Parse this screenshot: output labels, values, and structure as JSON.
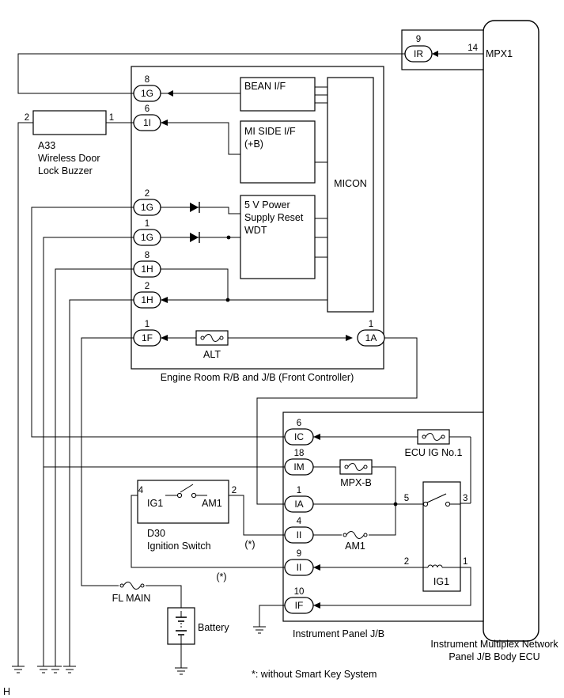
{
  "components": {
    "ecu": {
      "label_line1": "Instrument Multiplex Network",
      "label_line2": "Panel J/B Body ECU",
      "pin_number": "14",
      "pin_name": "MPX1"
    },
    "ir_connector": {
      "number": "9",
      "name": "IR"
    },
    "front_controller": {
      "label": "Engine Room R/B and J/B (Front Controller)",
      "bean": "BEAN I/F",
      "mi_side_line1": "MI SIDE I/F",
      "mi_side_line2": "(+B)",
      "power_line1": "5 V Power",
      "power_line2": "Supply Reset",
      "power_line3": "WDT",
      "micon": "MICON",
      "alt_fuse": "ALT"
    },
    "buzzer": {
      "line1": "A33",
      "line2": "Wireless Door",
      "line3": "Lock Buzzer",
      "pin_left": "2",
      "pin_right": "1"
    },
    "ignition_switch": {
      "line1": "D30",
      "line2": "Ignition Switch",
      "ig1": "IG1",
      "am1": "AM1",
      "pin_left": "4",
      "pin_right": "2"
    },
    "instrument_panel": {
      "label": "Instrument Panel J/B",
      "ecu_ig_fuse": "ECU IG No.1",
      "mpxb_fuse": "MPX-B",
      "am1_fuse": "AM1",
      "relay_name": "IG1",
      "relay_pin_5": "5",
      "relay_pin_3": "3",
      "relay_pin_2": "2",
      "relay_pin_1": "1"
    },
    "fl_main": "FL MAIN",
    "battery": "Battery"
  },
  "connectors": [
    {
      "number": "8",
      "name": "1G"
    },
    {
      "number": "6",
      "name": "1I"
    },
    {
      "number": "2",
      "name": "1G"
    },
    {
      "number": "1",
      "name": "1G"
    },
    {
      "number": "8",
      "name": "1H"
    },
    {
      "number": "2",
      "name": "1H"
    },
    {
      "number": "1",
      "name": "1F"
    },
    {
      "number": "1",
      "name": "1A"
    },
    {
      "number": "6",
      "name": "IC"
    },
    {
      "number": "18",
      "name": "IM"
    },
    {
      "number": "1",
      "name": "IA"
    },
    {
      "number": "4",
      "name": "II"
    },
    {
      "number": "9",
      "name": "II"
    },
    {
      "number": "10",
      "name": "IF"
    }
  ],
  "notes": {
    "star1": "(*)",
    "star2": "(*)",
    "footnote": "*: without Smart Key System",
    "corner": "H"
  }
}
